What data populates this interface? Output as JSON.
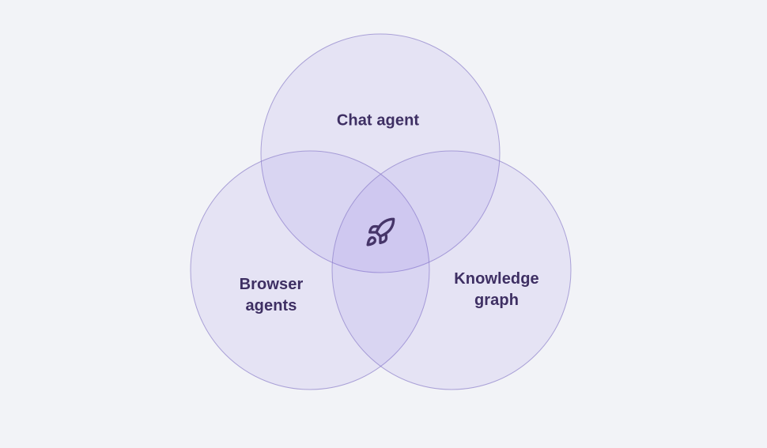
{
  "diagram": {
    "type": "venn",
    "sets": [
      {
        "id": "chat-agent",
        "label": "Chat agent"
      },
      {
        "id": "browser-agents",
        "label": "Browser\nagents"
      },
      {
        "id": "knowledge-graph",
        "label": "Knowledge\ngraph"
      }
    ],
    "center_icon": "rocket-icon",
    "colors": {
      "background": "#F2F3F7",
      "circle_fill": "#7D64E1",
      "circle_stroke": "#8A7EC8",
      "label_text": "#3E2F63",
      "icon_stroke": "#463569"
    }
  }
}
